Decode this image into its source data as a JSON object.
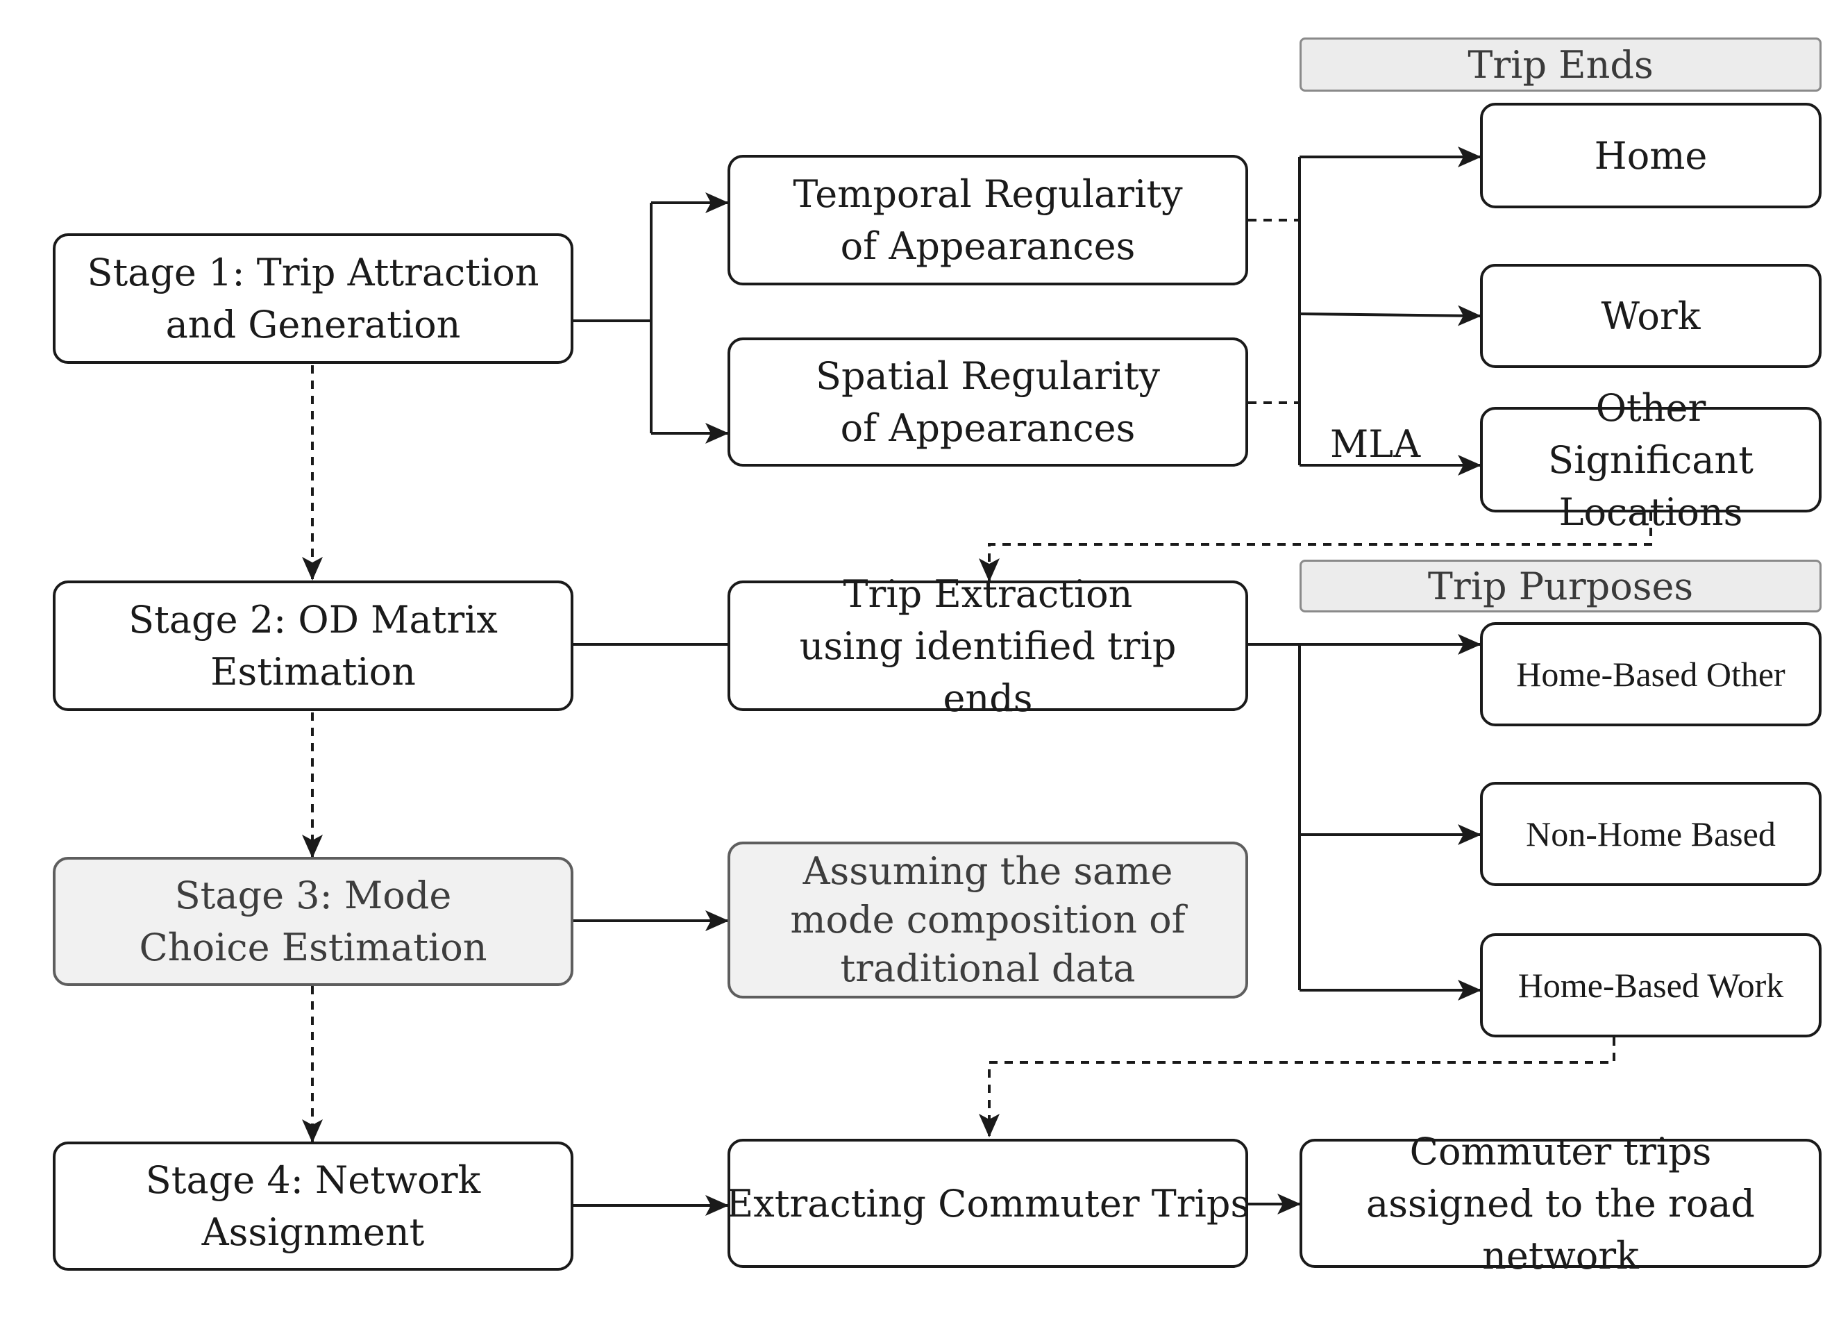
{
  "stages": [
    {
      "id": "stage1",
      "label": "Stage 1: Trip Attraction and Generation"
    },
    {
      "id": "stage2",
      "label": "Stage 2: OD Matrix Estimation"
    },
    {
      "id": "stage3",
      "label": "Stage 3: Mode Choice Estimation"
    },
    {
      "id": "stage4",
      "label": "Stage 4: Network Assignment"
    }
  ],
  "middle": {
    "temporal": "Temporal Regularity of Appearances",
    "spatial": "Spatial Regularity of Appearances",
    "trip_extraction": "Trip Extraction using identified trip ends",
    "assuming": "Assuming  the same mode composition of traditional data",
    "extracting": "Extracting Commuter Trips"
  },
  "trip_ends": {
    "header": "Trip Ends",
    "items": [
      "Home",
      "Work",
      "Other Significant Locations"
    ]
  },
  "trip_purposes": {
    "header": "Trip Purposes",
    "items": [
      "Home-Based Other",
      "Non-Home Based",
      "Home-Based Work"
    ]
  },
  "mla_label": "MLA",
  "final": "Commuter trips assigned to the road network"
}
